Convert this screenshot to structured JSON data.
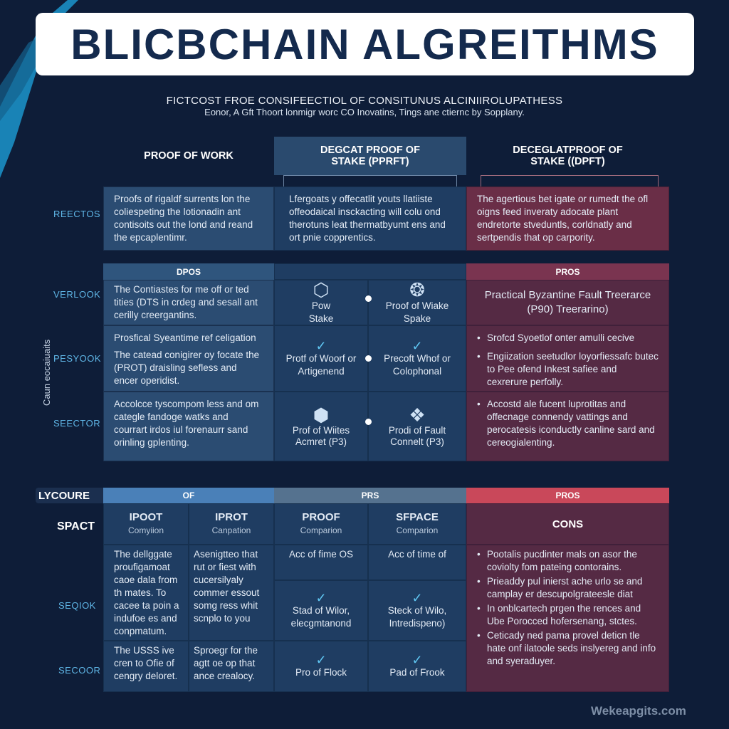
{
  "title": "BLICBCHAIN ALGREITHMS",
  "subtitle": "FICTCOST FROE CONSIFEECTIOL OF CONSITUNUS ALCINIIROLUPATHESS",
  "subtitle2": "Eonor, A Gft Thoort lonmigr worc CO Inovatins, Tings ane ctiernc by Sopplany.",
  "section1": {
    "headers": [
      "PROOF OF WORK",
      "DEGCAT PROOF OF STAKE (PPRFT)",
      "DECEGLATPROOF OF STAKE ((DPFT)"
    ],
    "row_label": "REECTOS",
    "cells": [
      "Proofs of rigaldf surrents lon the coliespeting the lotionadin ant contisoits out the lond and reand the epcaplentimr.",
      "Lfergoats y offecatlit youts llatiiste offeodaical insckacting will colu ond therotuns leat thermatbyumt ens and ort pnie copprentics.",
      "The agertious bet igate or rumedt the ofl oigns feed inveraty adocate plant endretorte stveduntls, corldnatly and sertpendis that op carpority."
    ]
  },
  "section2": {
    "headers": [
      "DPOS",
      "PROS"
    ],
    "side_label": "Caun eocaiuaits",
    "rows": [
      {
        "label": "VERLOOK",
        "text": "The Contiastes for me off or ted tities (DTS in crdeg and sesall ant cerilly creergantins.",
        "c1": "Pow Stake",
        "c2": "Proof of Wiake Spake",
        "right": "Practical Byzantine Fault Treerarce (P90) Treerarino)"
      },
      {
        "label": "PESYOOK",
        "text_title": "Prosfical Syeantime ref celigation",
        "text": "The catead conigirer oy focate the (PROT) draisling sefless and encer operidist.",
        "c1": "Protf of Woorf or Artigenend",
        "c2": "Precoft Whof or Colophonal",
        "right": [
          "Srofcd Syoetlof onter amulli cecive",
          "Engiization seetudlor loyorfiessafc butec to Pee ofend Inkest safiee and cexrerure perfolly."
        ]
      },
      {
        "label": "SEECTOR",
        "text": "Accolcce tyscompom less and om categle fandoge watks and courrart irdos iul forenaurr sand orinling gplenting.",
        "c1": "Prof of Wiites Acmret (P3)",
        "c2": "Prodi of Fault Connelt (P3)",
        "right": [
          "Accostd ale fucent luprotitas and offecnage connendy vattings and perocatesis iconductly canline sard and cereogialenting."
        ]
      }
    ],
    "icons": [
      "pow-node-icon",
      "network-node-icon",
      "check-icon",
      "check-icon",
      "crystal-node-icon",
      "layered-cube-icon"
    ]
  },
  "section3": {
    "corner_label": "LYCOURE",
    "bar": [
      "OF",
      "PRS",
      "PROS"
    ],
    "sub_label": "SPACT",
    "subheaders": [
      {
        "t": "IPOOT",
        "s": "Comyiion"
      },
      {
        "t": "IPROT",
        "s": "Canpation"
      },
      {
        "t": "PROOF",
        "s": "Comparion"
      },
      {
        "t": "SFPACE",
        "s": "Comparion"
      }
    ],
    "cons": "CONS",
    "row_labels": [
      "SEQIOK",
      "SECOOR"
    ],
    "col1": [
      "The dellggate proufigamoat caoe dala from th mates. To cacee ta poin a indufoe es and conpmatum.",
      "The USSS ive cren to Ofie of cengry deloret."
    ],
    "col2": [
      "Asenigtteo that rut or fiest with cucersilyaly commer essout somg ress whit scnplo to you",
      "Sproegr for the agtt oe op that ance crealocy."
    ],
    "col3": [
      "Acc of fime OS",
      "Stad of Wilor, elecgmtanond",
      "Pro of Flock"
    ],
    "col4": [
      "Acc of time of",
      "Steck of Wilo, Intredispeno)",
      "Pad of Frook"
    ],
    "cons_items": [
      "Pootalis pucdinter mals on asor the coviolty fom pateing contorains.",
      "Prieaddy pul inierst ache urlo se and camplay er descupolgrateesle diat",
      "In onblcartech prgen the rences and Ube Porocced hofersenang, stctes.",
      "Ceticady ned pama provel deticn tle hate onf ilatoole seds inslyereg and info and syeraduyer."
    ]
  },
  "check": "✓",
  "watermark": "Wekeapgits.com",
  "colors": {
    "bg": "#0e1d38",
    "blue": "#2b4c72",
    "red": "#6a2e47",
    "accent": "#5fb6e6",
    "bar_red": "#c9485a"
  }
}
